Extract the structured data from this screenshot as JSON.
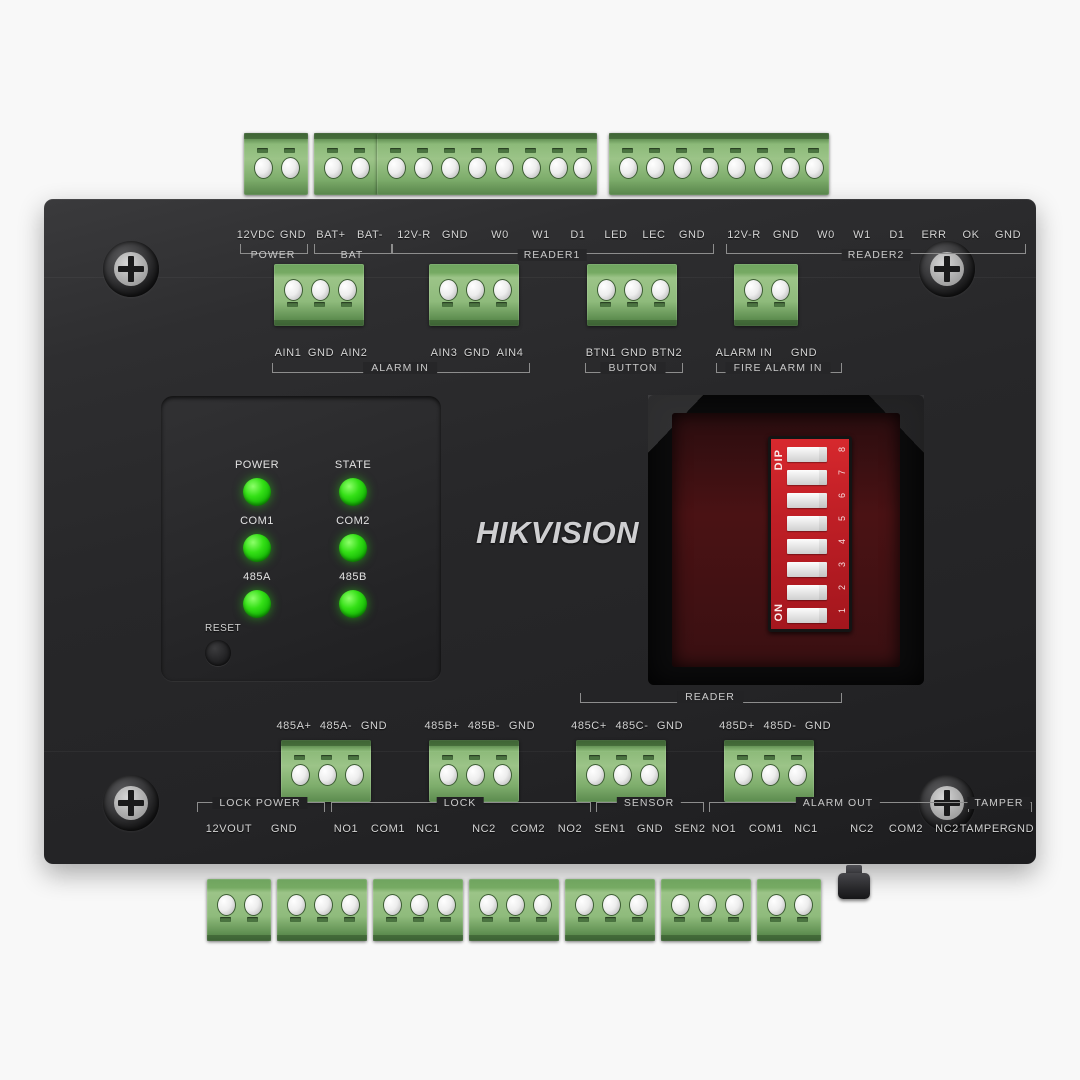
{
  "device": {
    "brand": "HIKVISION",
    "type": "access-control-board"
  },
  "top_terminals": {
    "groups": [
      {
        "group_label": "POWER",
        "pins": [
          "12VDC",
          "GND"
        ]
      },
      {
        "group_label": "BAT",
        "pins": [
          "BAT+",
          "BAT-"
        ]
      },
      {
        "group_label": "READER1",
        "pins": [
          "12V-R",
          "GND",
          "W0",
          "W1",
          "D1",
          "LED",
          "LEC",
          "GND"
        ]
      },
      {
        "group_label": "READER2",
        "pins": [
          "12V-R",
          "GND",
          "W0",
          "W1",
          "D1",
          "ERR",
          "OK",
          "GND"
        ]
      }
    ]
  },
  "second_row_terminals": {
    "groups": [
      {
        "group_label": "ALARM IN",
        "pins": [
          "AIN1",
          "GND",
          "AIN2",
          "AIN3",
          "GND",
          "AIN4"
        ]
      },
      {
        "group_label": "BUTTON",
        "pins": [
          "BTN1",
          "GND",
          "BTN2"
        ]
      },
      {
        "group_label": "FIRE ALARM IN",
        "pins": [
          "ALARM IN",
          "GND"
        ]
      }
    ]
  },
  "third_row_terminals": {
    "group_label": "READER",
    "groups": [
      {
        "pins": [
          "485A+",
          "485A-",
          "GND"
        ]
      },
      {
        "pins": [
          "485B+",
          "485B-",
          "GND"
        ]
      },
      {
        "pins": [
          "485C+",
          "485C-",
          "GND"
        ]
      },
      {
        "pins": [
          "485D+",
          "485D-",
          "GND"
        ]
      }
    ]
  },
  "bottom_terminals": {
    "groups": [
      {
        "group_label": "LOCK POWER",
        "pins": [
          "12VOUT",
          "GND"
        ]
      },
      {
        "group_label": "LOCK",
        "pins": [
          "NO1",
          "COM1",
          "NC1",
          "NC2",
          "COM2",
          "NO2"
        ]
      },
      {
        "group_label": "SENSOR",
        "pins": [
          "SEN1",
          "GND",
          "SEN2"
        ]
      },
      {
        "group_label": "ALARM OUT",
        "pins": [
          "NO1",
          "COM1",
          "NC1",
          "NC2",
          "COM2",
          "NC2"
        ]
      },
      {
        "group_label": "TAMPER",
        "pins": [
          "TAMPER",
          "GND"
        ]
      }
    ]
  },
  "leds": {
    "items": [
      {
        "label": "POWER",
        "color": "#2ee016",
        "state": "on"
      },
      {
        "label": "STATE",
        "color": "#2ee016",
        "state": "on"
      },
      {
        "label": "COM1",
        "color": "#2ee016",
        "state": "on"
      },
      {
        "label": "COM2",
        "color": "#2ee016",
        "state": "on"
      },
      {
        "label": "485A",
        "color": "#2ee016",
        "state": "on"
      },
      {
        "label": "485B",
        "color": "#2ee016",
        "state": "on"
      }
    ]
  },
  "reset": {
    "label": "RESET"
  },
  "dip_switch": {
    "title": "DIP",
    "on_label": "ON",
    "positions": [
      "1",
      "2",
      "3",
      "4",
      "5",
      "6",
      "7",
      "8"
    ],
    "body_color": "#c01f26"
  }
}
